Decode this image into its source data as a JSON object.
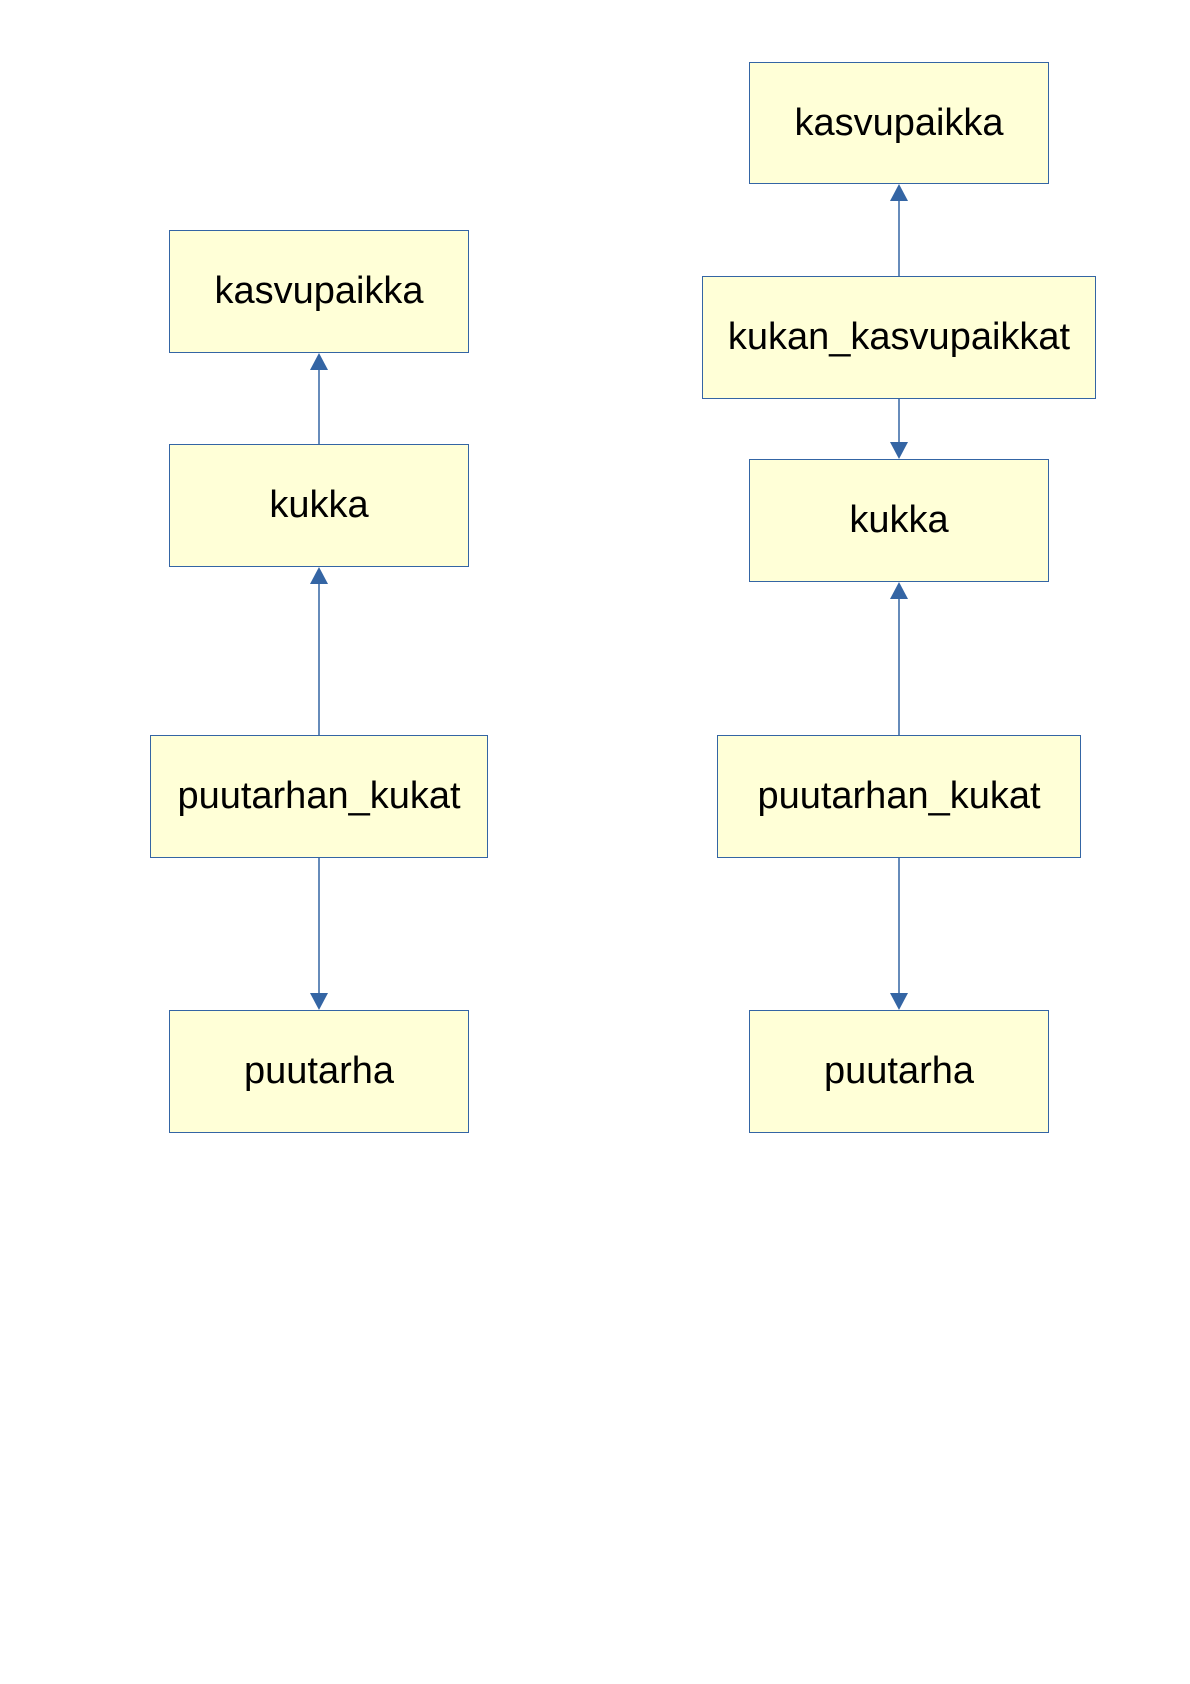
{
  "colors": {
    "box_fill": "#ffffd7",
    "box_border": "#3465a4",
    "connector": "#3465a4",
    "text": "#000000"
  },
  "left_diagram": {
    "kasvupaikka": "kasvupaikka",
    "kukka": "kukka",
    "puutarhan_kukat": "puutarhan_kukat",
    "puutarha": "puutarha"
  },
  "right_diagram": {
    "kasvupaikka": "kasvupaikka",
    "kukan_kasvupaikkat": "kukan_kasvupaikkat",
    "kukka": "kukka",
    "puutarhan_kukat": "puutarhan_kukat",
    "puutarha": "puutarha"
  },
  "connections": [
    {
      "from": "kukka",
      "to": "kasvupaikka",
      "diagram": "left"
    },
    {
      "from": "puutarhan_kukat",
      "to": "kukka",
      "diagram": "left"
    },
    {
      "from": "puutarhan_kukat",
      "to": "puutarha",
      "diagram": "left"
    },
    {
      "from": "kukan_kasvupaikkat",
      "to": "kasvupaikka",
      "diagram": "right"
    },
    {
      "from": "kukan_kasvupaikkat",
      "to": "kukka",
      "diagram": "right"
    },
    {
      "from": "puutarhan_kukat",
      "to": "kukka",
      "diagram": "right"
    },
    {
      "from": "puutarhan_kukat",
      "to": "puutarha",
      "diagram": "right"
    }
  ]
}
